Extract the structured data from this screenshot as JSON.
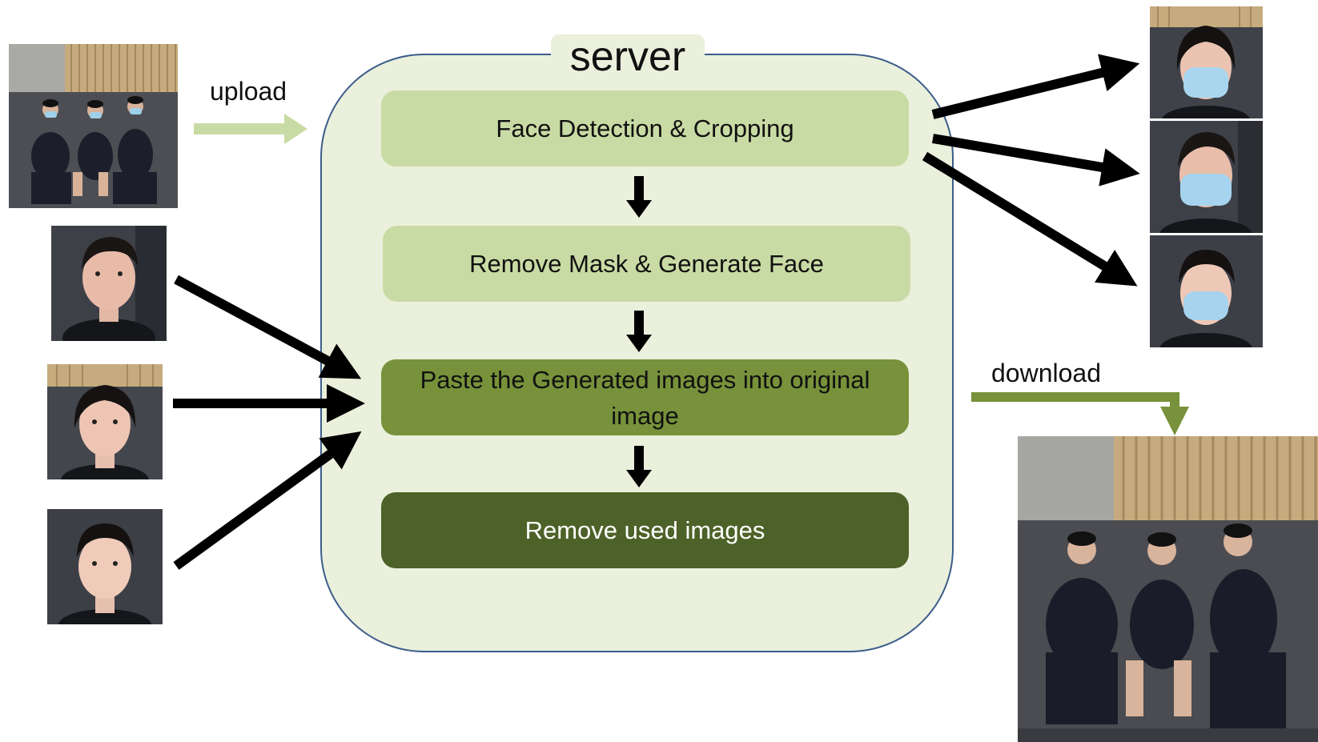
{
  "server": {
    "title": "server"
  },
  "steps": [
    {
      "label": "Face Detection & Cropping"
    },
    {
      "label": "Remove Mask & Generate Face"
    },
    {
      "label": "Paste the Generated images into original image"
    },
    {
      "label": "Remove used images"
    }
  ],
  "labels": {
    "upload": "upload",
    "download": "download"
  },
  "colors": {
    "server_fill": "#eaf0dc",
    "server_border": "#3c5d8a",
    "step_light": "#c9dba4",
    "step_mid": "#77923a",
    "step_dark": "#4d6228",
    "upload_arrow": "#c9dba4",
    "download_arrow": "#77923a"
  },
  "images": {
    "input_group_photo": "group photo of three people wearing masks",
    "cropped_faces_masked": [
      "masked face 1",
      "masked face 2",
      "masked face 3"
    ],
    "generated_faces": [
      "generated face 1",
      "generated face 2",
      "generated face 3"
    ],
    "output_group_photo": "group photo of three people with masks removed"
  }
}
